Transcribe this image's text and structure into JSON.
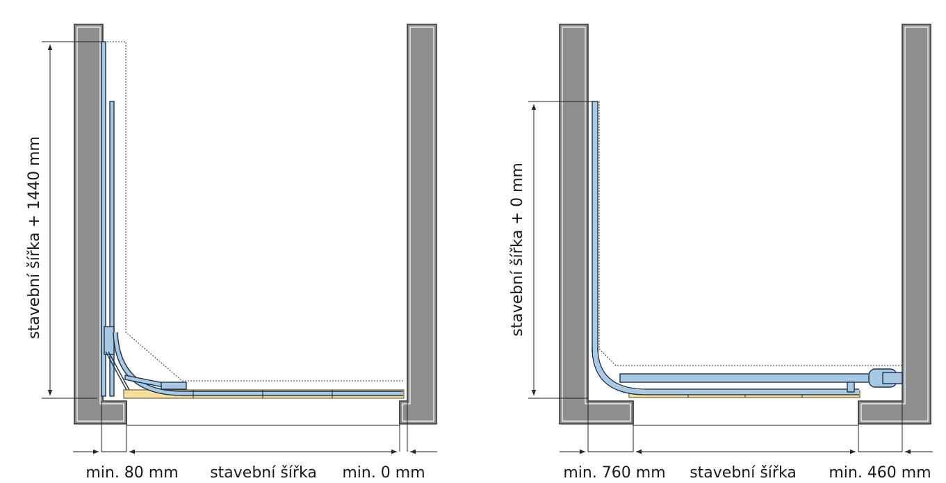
{
  "diagrams": [
    {
      "id": "left",
      "vertical_label": "stavební šířka + 1440 mm",
      "bottom_labels": {
        "left_clearance": "min. 80 mm",
        "center": "stavební šířka",
        "right_clearance": "min. 0 mm"
      }
    },
    {
      "id": "right",
      "vertical_label": "stavební šířka + 0 mm",
      "bottom_labels": {
        "left_clearance": "min. 760 mm",
        "center": "stavební šířka",
        "right_clearance": "min. 460 mm"
      }
    }
  ],
  "colors": {
    "wall": "#8e8e90",
    "door_leaf": "#a9c8e4",
    "threshold": "#f6e0a0",
    "outline": "#1c3246"
  }
}
